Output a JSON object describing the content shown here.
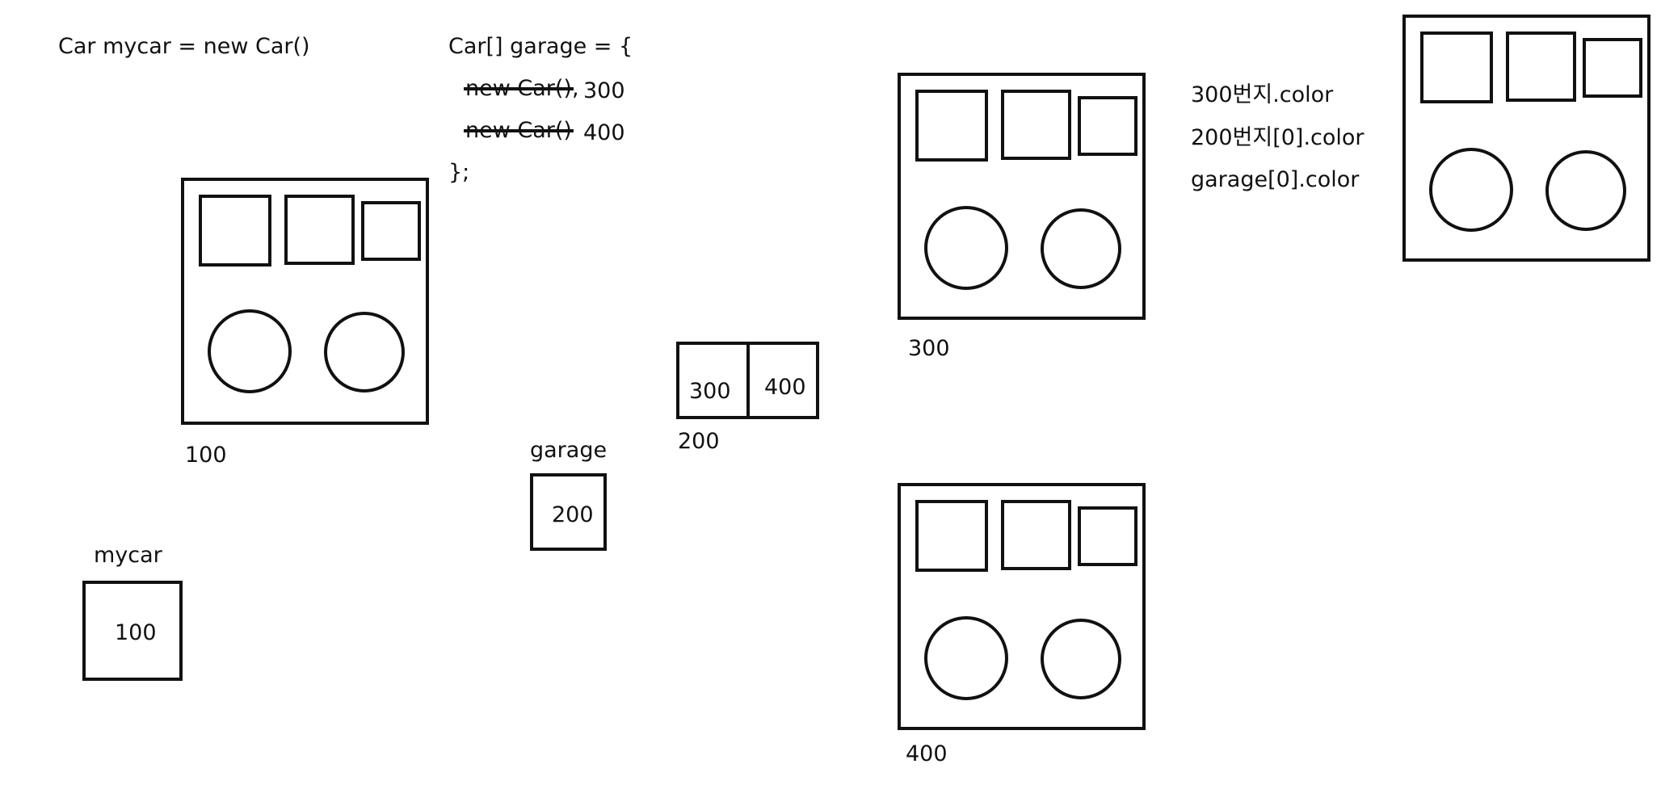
{
  "code": {
    "line1": "Car mycar = new Car()",
    "array_open": "Car[] garage = {",
    "struck_item_1": "new Car(),",
    "address_item_1": "300",
    "struck_item_2": "new Car()",
    "address_item_2": "400",
    "array_close": "};"
  },
  "access_notes": {
    "line1": "300번지.color",
    "line2": "200번지[0].color",
    "line3": "garage[0].color"
  },
  "objects": {
    "car_100_label": "100",
    "car_300_label": "300",
    "car_400_label": "400"
  },
  "variables": {
    "mycar_name": "mycar",
    "mycar_value": "100",
    "garage_name": "garage",
    "garage_value": "200"
  },
  "array_block": {
    "cell_0": "300",
    "cell_1": "400",
    "address_label": "200"
  },
  "colors": {
    "ink": "#111111",
    "background": "#ffffff"
  }
}
